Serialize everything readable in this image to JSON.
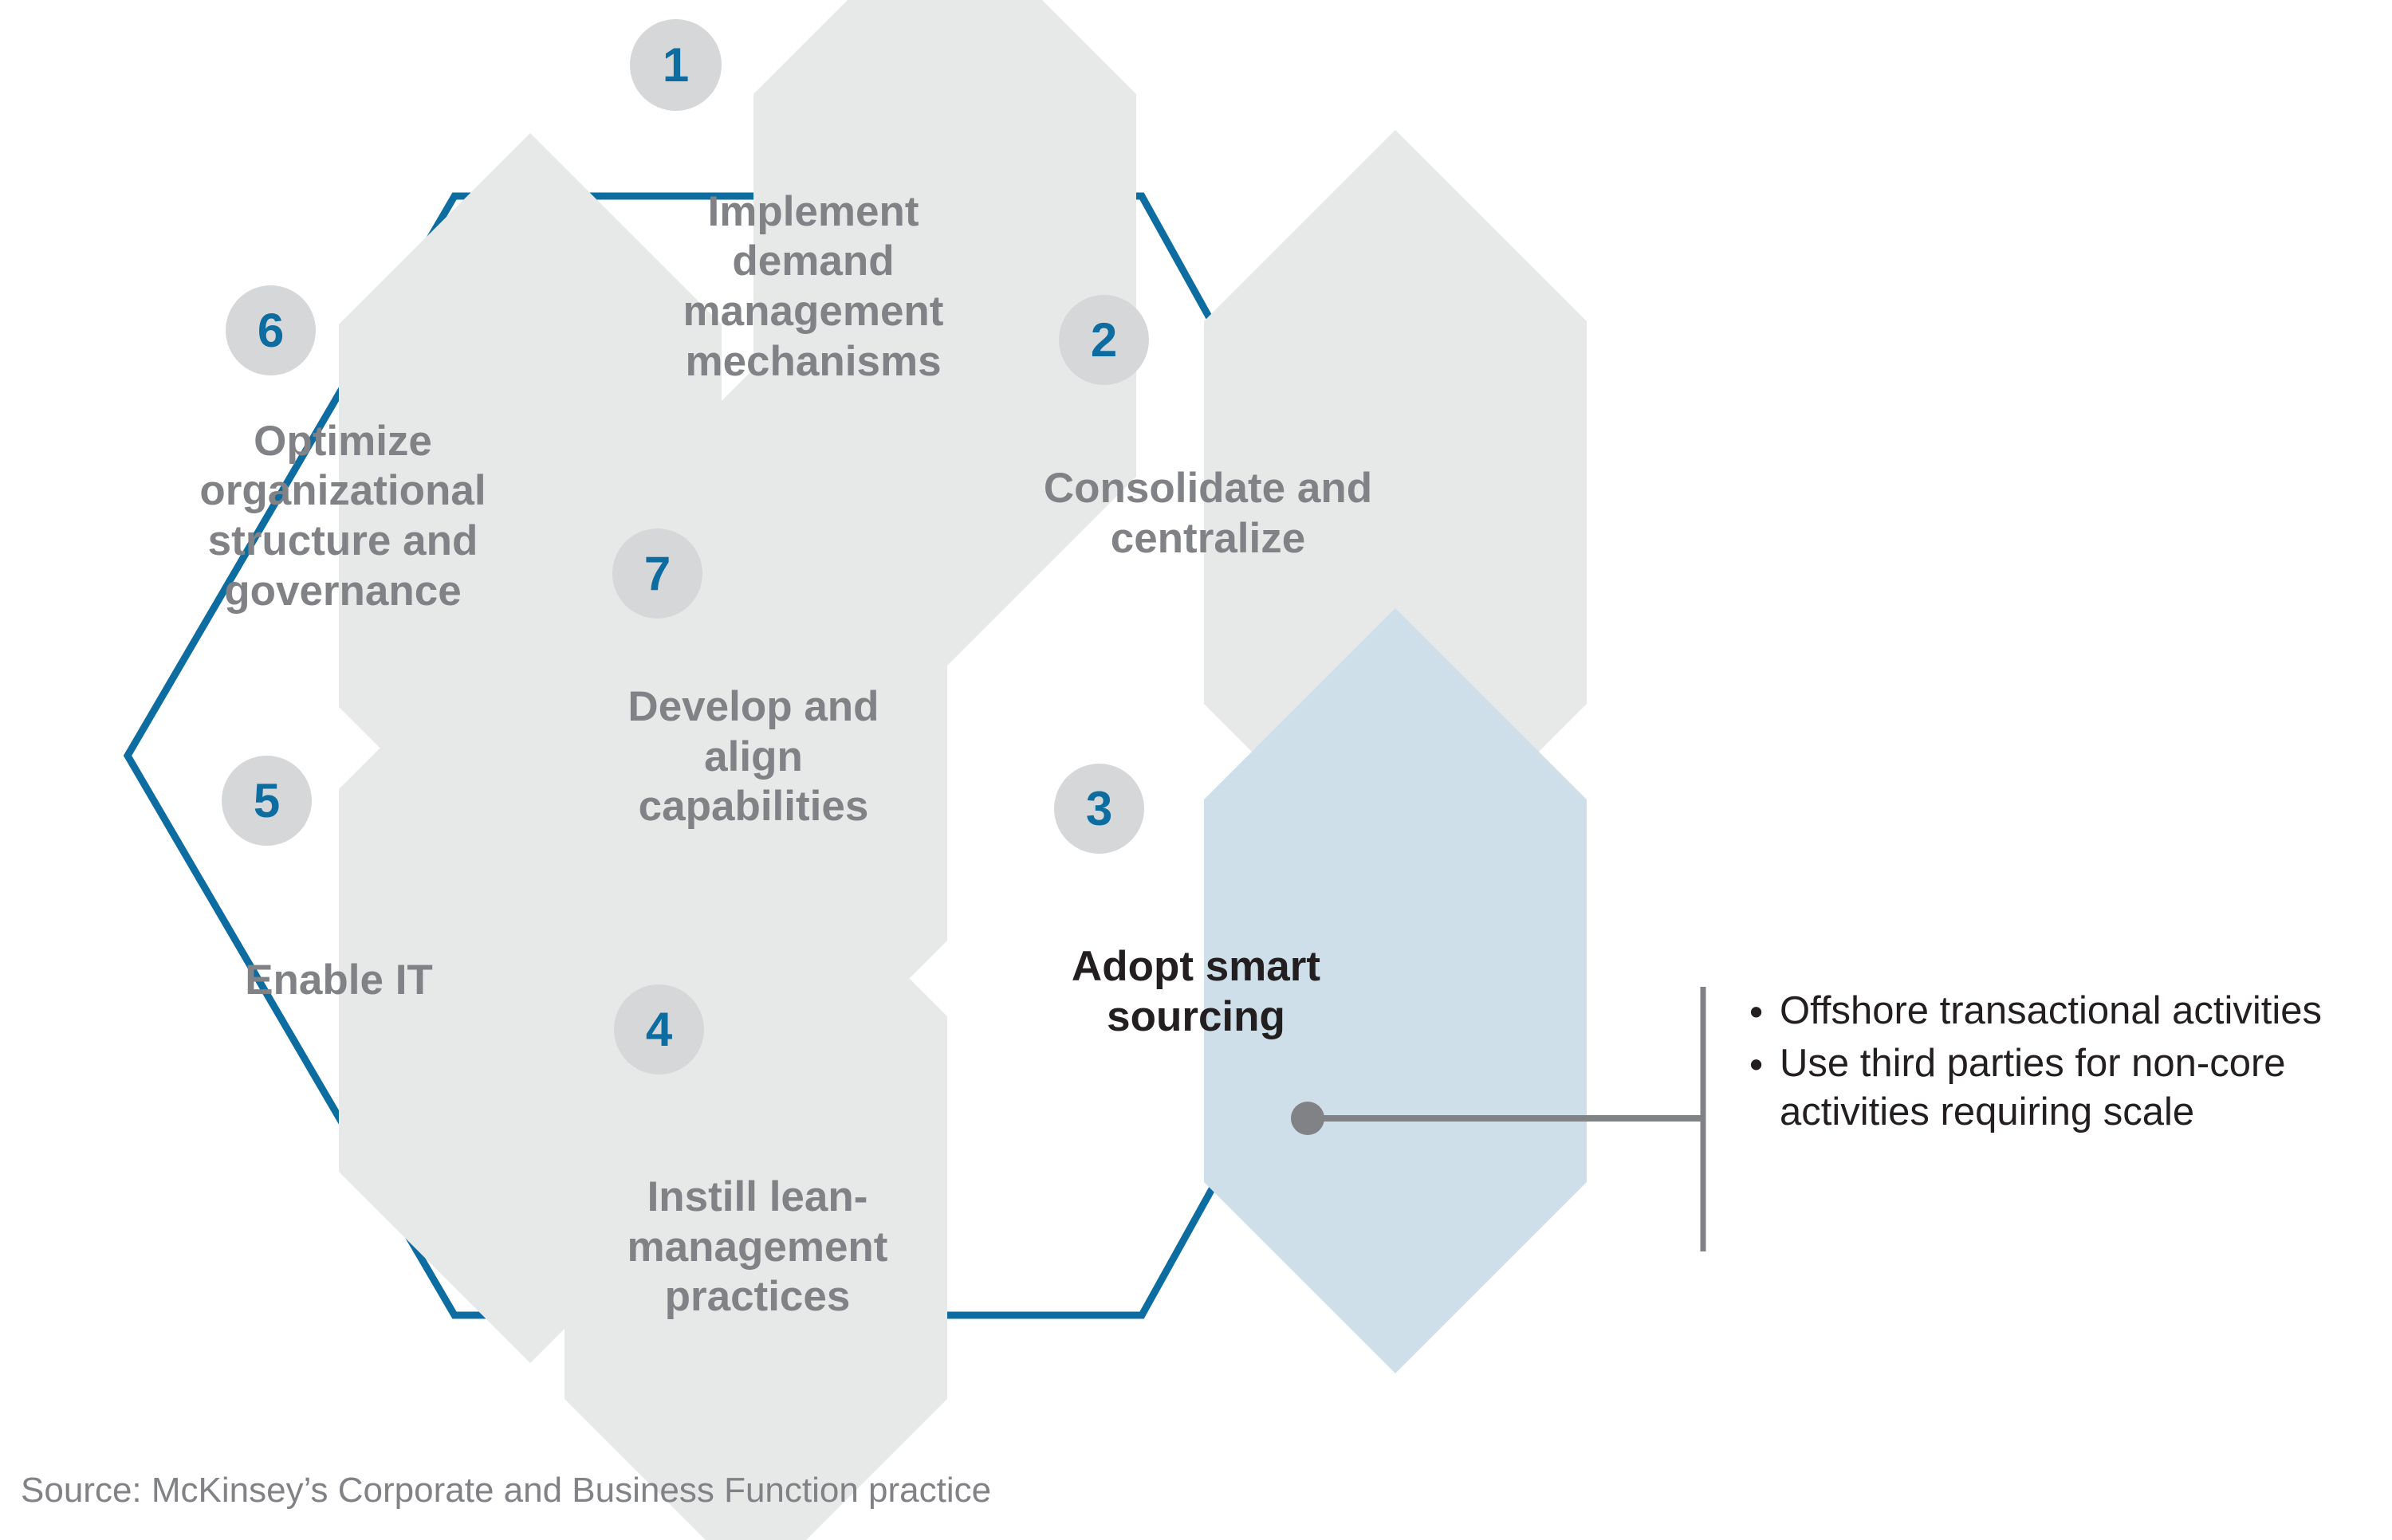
{
  "diagram": {
    "title_present": false,
    "colors": {
      "hex_gray": "#e7e8e8",
      "hex_highlight": "#cfdfe9",
      "ring_blue": "#0d6ca0",
      "number_blue": "#0d6ca0",
      "circle_gray": "#d6d7d8",
      "label_gray": "#808285",
      "label_dark": "#231f20",
      "connector_gray": "#808285",
      "background": "#ffffff"
    },
    "nodes": [
      {
        "number": "1",
        "label": "Implement demand management mechanisms",
        "highlighted": false
      },
      {
        "number": "2",
        "label": "Consolidate and centralize",
        "highlighted": false
      },
      {
        "number": "3",
        "label": "Adopt smart sourcing",
        "highlighted": true
      },
      {
        "number": "4",
        "label": "Instill lean-management practices",
        "highlighted": false
      },
      {
        "number": "5",
        "label": "Enable IT",
        "highlighted": false
      },
      {
        "number": "6",
        "label": "Optimize organizational structure and governance",
        "highlighted": false
      },
      {
        "number": "7",
        "label": "Develop and align capabilities",
        "highlighted": false
      }
    ],
    "callout": {
      "attached_to": "3",
      "bullet_glyph": "•",
      "items": [
        "Offshore transactional activities",
        "Use third parties for non-core activities requiring scale"
      ]
    },
    "source": "Source: McKinsey’s Corporate and Business Function practice"
  }
}
